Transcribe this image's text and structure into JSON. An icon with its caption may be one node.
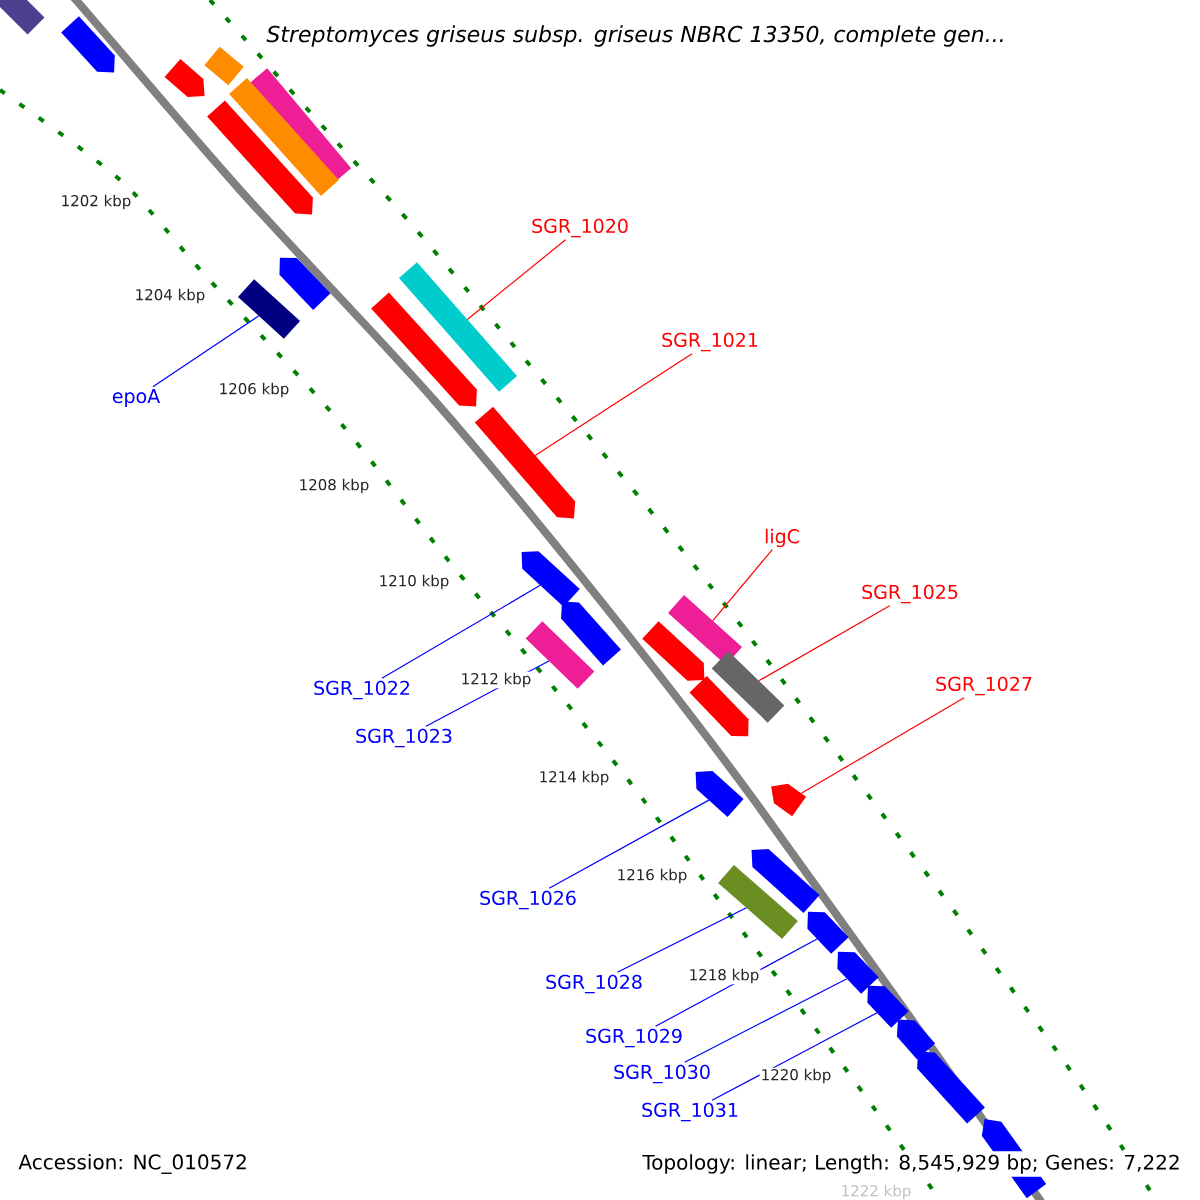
{
  "diagram": {
    "title": "Streptomyces griseus subsp. griseus NBRC 13350, complete gen...",
    "nodes": [
      {
        "text": [
          "SGR_1020"
        ]
      },
      {
        "text": [],
        "shape": "bar"
      },
      {
        "text": [
          "SGR_1021"
        ]
      },
      {
        "text": [],
        "shape": "arrow"
      },
      {
        "text": [
          "epoA"
        ]
      },
      {
        "text": [],
        "shape": "bar"
      },
      {
        "text": [
          "ligC"
        ]
      },
      {
        "text": [],
        "shape": "bar"
      },
      {
        "text": [
          "SGR_1025"
        ]
      },
      {
        "text": [],
        "shape": "bar"
      },
      {
        "text": [
          "SGR_1027"
        ]
      },
      {
        "text": [],
        "shape": "arrow"
      },
      {
        "text": [
          "SGR_1022"
        ]
      },
      {
        "text": [],
        "shape": "arrow"
      },
      {
        "text": [
          "SGR_1023"
        ]
      },
      {
        "text": [],
        "shape": "bar"
      },
      {
        "text": [
          "SGR_1026"
        ]
      },
      {
        "text": [],
        "shape": "arrow"
      },
      {
        "text": [
          "SGR_1028"
        ]
      },
      {
        "text": [],
        "shape": "bar"
      },
      {
        "text": [
          "SGR_1029"
        ]
      },
      {
        "text": [],
        "shape": "arrow"
      },
      {
        "text": [
          "SGR_1030"
        ]
      },
      {
        "text": [],
        "shape": "arrow"
      },
      {
        "text": [
          "SGR_1031"
        ]
      },
      {
        "text": [],
        "shape": "arrow"
      },
      {
        "text": [],
        "shape": "bar"
      },
      {
        "text": [],
        "shape": "arrow"
      },
      {
        "text": [],
        "shape": "bar"
      },
      {
        "text": [],
        "shape": "arrow"
      },
      {
        "text": [],
        "shape": "bar"
      },
      {
        "text": [],
        "shape": "bar"
      },
      {
        "text": [],
        "shape": "arrow"
      },
      {
        "text": [],
        "shape": "arrow"
      },
      {
        "text": [],
        "shape": "arrow"
      },
      {
        "text": [],
        "shape": "arrow"
      },
      {
        "text": [],
        "shape": "arrow"
      },
      {
        "text": [],
        "shape": "arrow"
      },
      {
        "text": [],
        "shape": "arrow"
      },
      {
        "text": [],
        "shape": "arrow"
      },
      {
        "text": [],
        "shape": "arrow"
      },
      {
        "text": [],
        "shape": "arrow"
      }
    ],
    "edges": [
      {
        "from": 0,
        "to": 1,
        "arrow": "none",
        "color": "#ff0000"
      },
      {
        "from": 2,
        "to": 3,
        "arrow": "none",
        "color": "#ff0000"
      },
      {
        "from": 4,
        "to": 5,
        "arrow": "none"
      },
      {
        "from": 6,
        "to": 7,
        "arrow": "none",
        "color": "#ff0000"
      },
      {
        "from": 8,
        "to": 9,
        "arrow": "none",
        "color": "#ff0000"
      },
      {
        "from": 10,
        "to": 11,
        "arrow": "none",
        "color": "#ff0000"
      },
      {
        "from": 12,
        "to": 13,
        "arrow": "none"
      },
      {
        "from": 14,
        "to": 15,
        "arrow": "none"
      },
      {
        "from": 16,
        "to": 17,
        "arrow": "none"
      },
      {
        "from": 18,
        "to": 19,
        "arrow": "none"
      },
      {
        "from": 20,
        "to": 21,
        "arrow": "none"
      },
      {
        "from": 22,
        "to": 23,
        "arrow": "none"
      },
      {
        "from": 24,
        "to": 25,
        "arrow": "none"
      }
    ],
    "labels": [
      "1202 kbp",
      "1204 kbp",
      "1206 kbp",
      "1208 kbp",
      "1210 kbp",
      "1212 kbp",
      "1214 kbp",
      "1216 kbp",
      "1218 kbp",
      "1220 kbp",
      "Accession: NC_010572",
      "Topology: linear; Length: 8,545,929 bp; Genes: 7,222",
      "1222 kbp"
    ]
  }
}
